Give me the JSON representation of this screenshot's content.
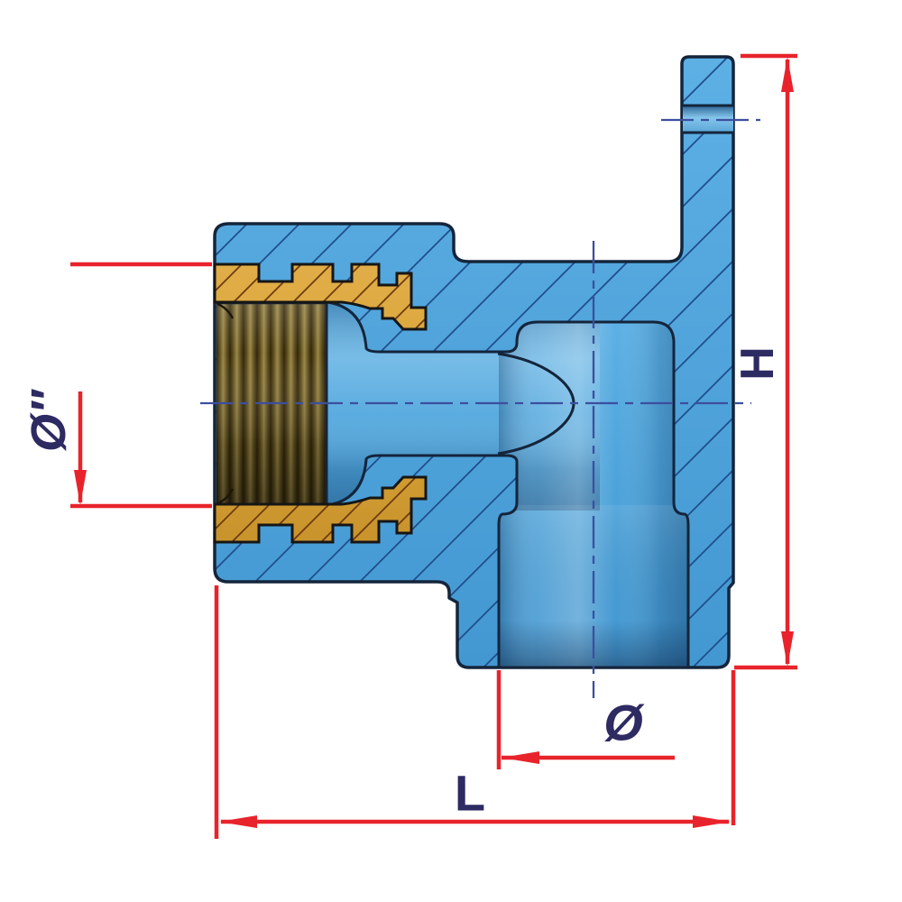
{
  "labels": {
    "thread_size": "Ø″",
    "height": "H",
    "outlet_diameter": "Ø",
    "length": "L"
  },
  "colors": {
    "background": "#ffffff",
    "body_blue": "#4fa7de",
    "bore_blue": "#55abdf",
    "brass": "#d9a63a",
    "thread_dark": "#33270c",
    "thread_light": "#9a8748",
    "outline": "#14253b",
    "hatch_blue": "#1f4e8c",
    "hatch_brass": "#6e3a10",
    "dimension_red": "#e8232b",
    "centerline_blue": "#3c4f9e",
    "label_navy": "#2e2a62"
  }
}
